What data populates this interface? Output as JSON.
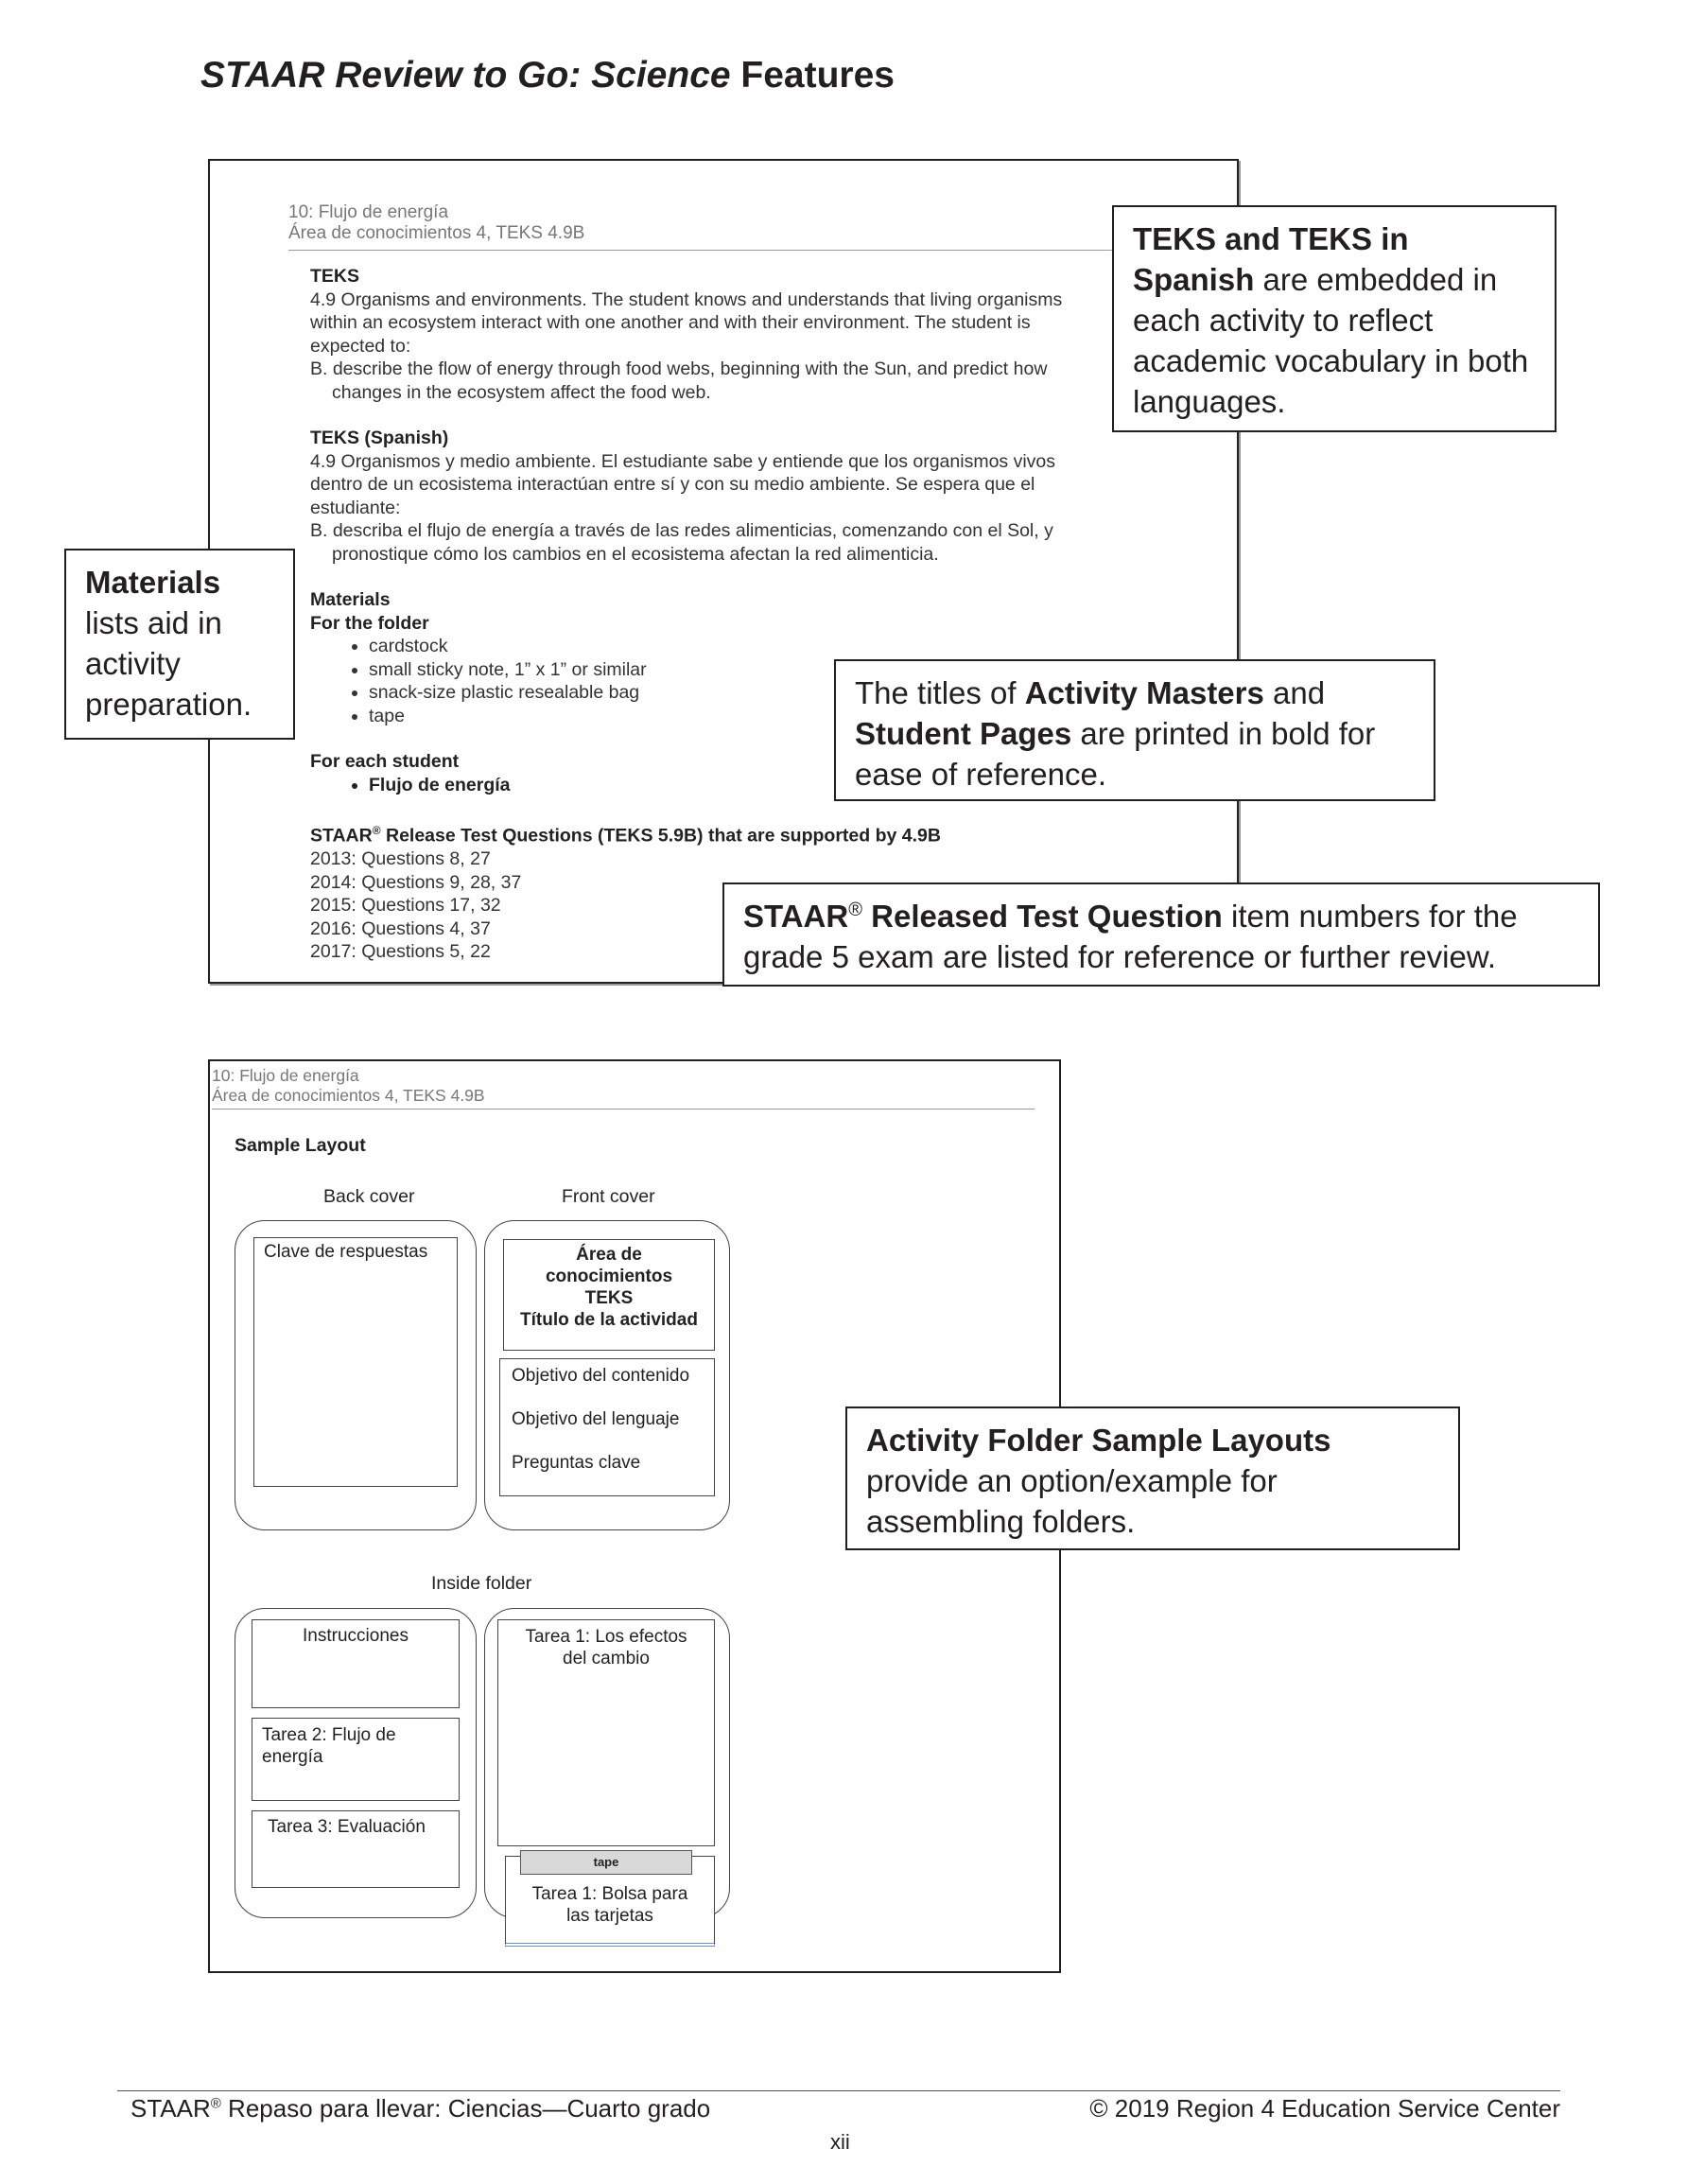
{
  "page_title": {
    "italic_part": "STAAR Review to Go: Science",
    "rest": "Features"
  },
  "panel1": {
    "header_line1": "10: Flujo de energía",
    "header_line2": "Área de conocimientos 4, TEKS 4.9B",
    "teks_heading": "TEKS",
    "teks_lines": [
      "4.9 Organisms and environments. The student knows and understands that living organisms",
      "within an ecosystem interact with one another and with their environment. The student is",
      "expected to:",
      "B. describe the flow of energy through food webs, beginning with the Sun, and predict how",
      "changes in the ecosystem affect the food web."
    ],
    "teks_spanish_heading": "TEKS (Spanish)",
    "teks_spanish_lines": [
      "4.9 Organismos y medio ambiente. El estudiante sabe y entiende que los organismos vivos",
      "dentro de un ecosistema interactúan entre sí y con su medio ambiente. Se espera que el",
      "estudiante:",
      "B. describa el flujo de energía a través de las redes alimenticias, comenzando con el Sol, y",
      "pronostique cómo los cambios en el ecosistema afectan la red alimenticia."
    ],
    "materials_heading": "Materials",
    "folder_heading": "For the folder",
    "folder_items": [
      "cardstock",
      "small sticky note, 1” x 1” or similar",
      "snack-size plastic resealable bag",
      "tape"
    ],
    "student_heading": "For each student",
    "student_items": [
      "Flujo de energía"
    ],
    "staar_heading": "STAAR",
    "staar_reg": "®",
    "staar_heading_rest": " Release Test Questions (TEKS 5.9B) that are supported by 4.9B",
    "staar_lines": [
      "2013: Questions 8, 27",
      "2014: Questions 9, 28, 37",
      "2015: Questions 17, 32",
      "2016: Questions 4, 37",
      "2017: Questions 5, 22"
    ]
  },
  "callouts": {
    "teks": {
      "bold1": "TEKS and TEKS in Spanish",
      "rest": " are embedded in each activity to reflect academic vocabulary in both languages."
    },
    "materials": {
      "bold1": "Materials",
      "rest": " lists aid in activity preparation."
    },
    "titles": {
      "pre": "The titles of ",
      "bold1": "Activity Masters",
      "mid": " and ",
      "bold2": "Student Pages",
      "rest": " are printed in bold for ease of reference."
    },
    "staar": {
      "bold1": "STAAR",
      "reg": "®",
      "bold2": " Released Test Question",
      "rest": " item numbers for the grade 5 exam are listed for reference or further review."
    },
    "folders": {
      "bold1": "Activity Folder Sample Layouts",
      "rest": " provide an option/example for assembling folders."
    }
  },
  "panel2": {
    "header_line1": "10: Flujo de energía",
    "header_line2": "Área de conocimientos 4, TEKS 4.9B",
    "sample_layout": "Sample Layout",
    "back_cover": "Back cover",
    "front_cover": "Front cover",
    "clave": "Clave de respuestas",
    "front_title_lines": [
      "Área de",
      "conocimientos",
      "TEKS",
      "Título de la actividad"
    ],
    "objetivo_contenido": "Objetivo del contenido",
    "objetivo_lenguaje": "Objetivo del lenguaje",
    "preguntas": "Preguntas clave",
    "inside_folder": "Inside folder",
    "instrucciones": "Instrucciones",
    "tarea2_lines": [
      "Tarea 2: Flujo de",
      "energía"
    ],
    "tarea3": "Tarea 3: Evaluación",
    "tarea1_lines": [
      "Tarea 1: Los efectos",
      "del cambio"
    ],
    "tape": "tape",
    "bolsa_lines": [
      "Tarea 1: Bolsa para",
      "las tarjetas"
    ]
  },
  "footer": {
    "left_pre": "STAAR",
    "left_reg": "®",
    "left_rest": " Repaso para llevar: Ciencias—Cuarto grado",
    "page_number": "xii",
    "right": "© 2019 Region 4 Education Service Center"
  }
}
